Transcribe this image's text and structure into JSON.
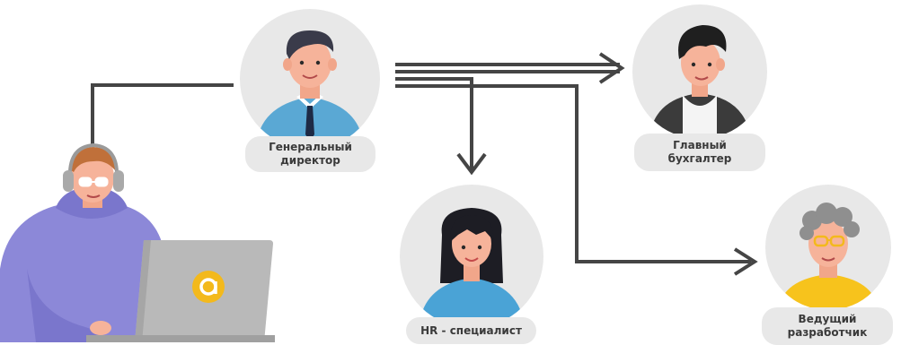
{
  "roles": {
    "ceo": {
      "line1": "Генеральный",
      "line2": "директор"
    },
    "accountant": {
      "line1": "Главный",
      "line2": "бухгалтер"
    },
    "hr": {
      "line1": "HR - специалист"
    },
    "lead_dev": {
      "line1": "Ведущий",
      "line2": "разработчик"
    }
  },
  "colors": {
    "arrow": "#454545",
    "circle": "#e8e8e8",
    "label_bg": "#e8e8e8",
    "label_text": "#3a3a3a",
    "ceo_shirt": "#5aa8d4",
    "hr_shirt": "#4aa3d6",
    "dev_shirt": "#f7c31c",
    "acc_jacket": "#3b3b3b",
    "hoodie": "#8c88d8",
    "laptop": "#b9b9b9",
    "logo": "#f3b91c"
  }
}
